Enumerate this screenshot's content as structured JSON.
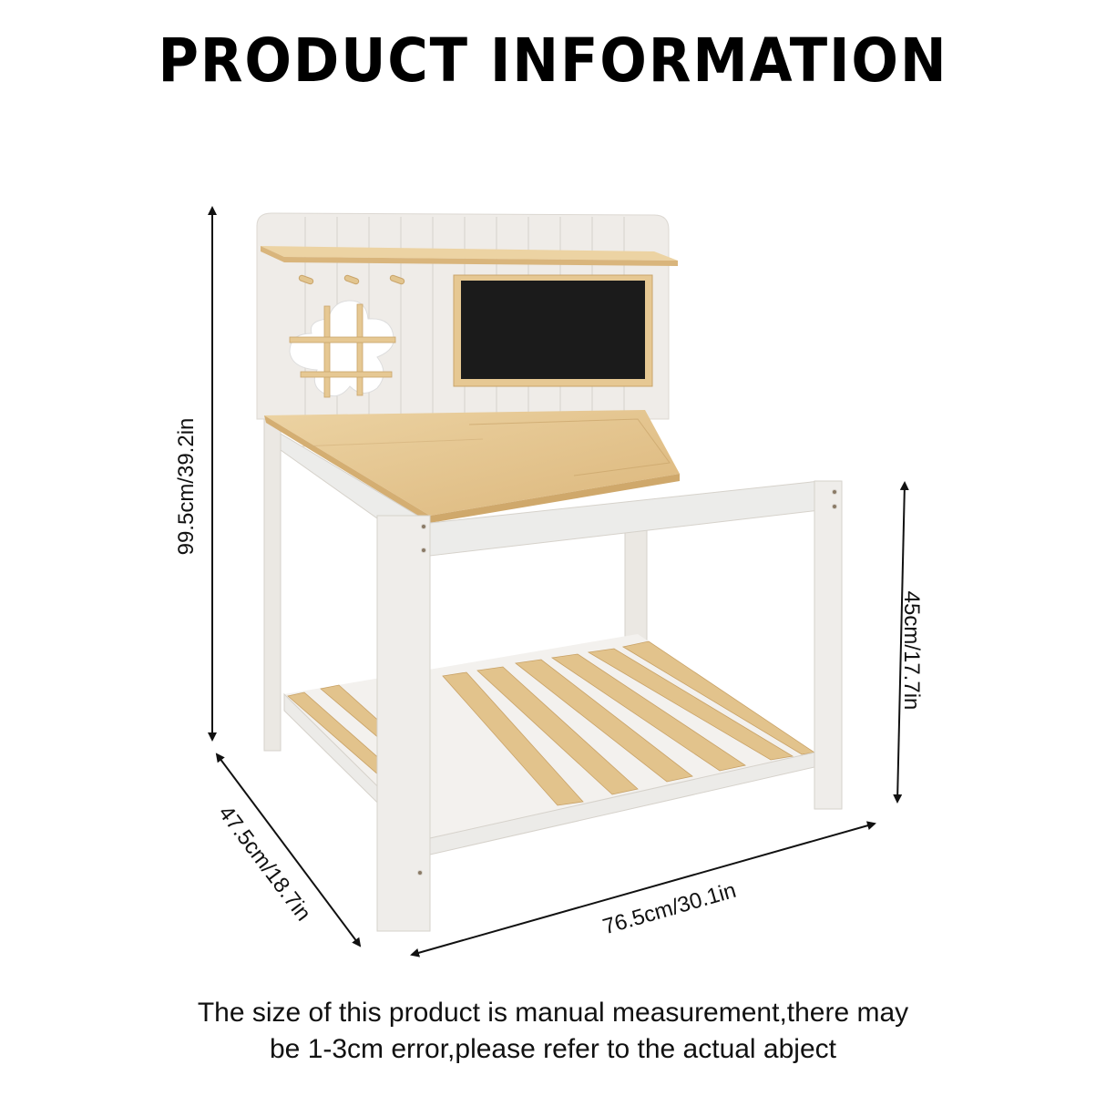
{
  "title": "PRODUCT INFORMATION",
  "product": {
    "description": "Kids wooden mud kitchen / potting bench with backboard, shelf, three hooks, flower-shaped window, chalkboard, natural pine tabletop and slatted lower shelf",
    "colors": {
      "frame": "#eeebe6",
      "wood": "#e6c893",
      "wood_dark": "#c9a46a",
      "chalkboard": "#1b1b1b",
      "arrow": "#111111"
    }
  },
  "dimensions": {
    "height": "99.5cm/39.2in",
    "shelf_height": "45cm/17.7in",
    "depth": "47.5cm/18.7in",
    "width": "76.5cm/30.1in"
  },
  "note": {
    "line1": "The size of this product is manual measurement,there may",
    "line2": "be 1-3cm error,please refer to the actual abject"
  }
}
